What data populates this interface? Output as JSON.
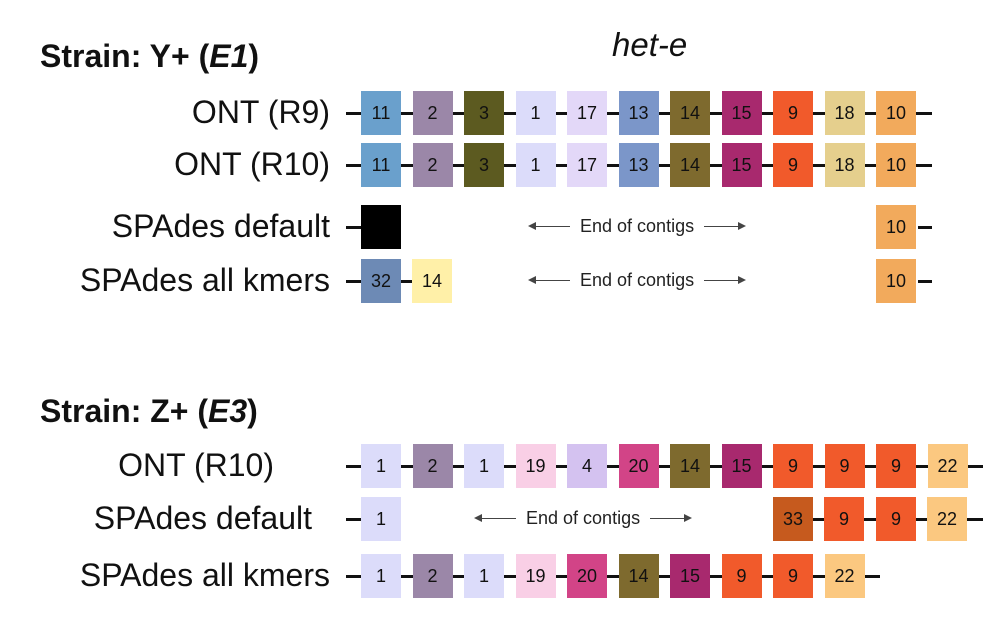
{
  "gene_title": "het-e",
  "end_of_contigs_label": "End of contigs",
  "colors": {
    "1": "#dcdcfa",
    "2": "#9b87a8",
    "3": "#5c5a20",
    "4": "#d4c2f0",
    "9": "#f15a2b",
    "10": "#f2aa5c",
    "11": "#6aa0cc",
    "13": "#7b96c9",
    "14": "#7e6a2e",
    "15": "#a8296e",
    "17": "#e3d8f8",
    "18": "#e5cf8d",
    "19": "#f9cfe6",
    "20": "#d24487",
    "22": "#fbc880",
    "32": "#6d8ab5",
    "33": "#c65a1e",
    "default_14": "#fff0a8",
    "black": "#000000"
  },
  "strains": [
    {
      "prefix": "Strain: Z+ (",
      "italic": "E3",
      "suffix": ")",
      "rows": [
        {
          "label": "ONT (R10)",
          "boxes": [
            "1",
            "2",
            "1",
            "19",
            "4",
            "20",
            "14",
            "15",
            "9",
            "9",
            "9",
            "22"
          ]
        },
        {
          "label": "SPAdes default",
          "boxes": [
            "1",
            "33",
            "9",
            "9",
            "22"
          ]
        },
        {
          "label": "SPAdes all kmers",
          "boxes": [
            "1",
            "2",
            "1",
            "19",
            "20",
            "14",
            "15",
            "9",
            "9",
            "22"
          ]
        }
      ]
    },
    {
      "prefix": "Strain: Y+ (",
      "italic": "E1",
      "suffix": ")",
      "rows": [
        {
          "label": "ONT (R9)",
          "boxes": [
            "11",
            "2",
            "3",
            "1",
            "17",
            "13",
            "14",
            "15",
            "9",
            "18",
            "10"
          ]
        },
        {
          "label": "ONT (R10)",
          "boxes": [
            "11",
            "2",
            "3",
            "1",
            "17",
            "13",
            "14",
            "15",
            "9",
            "18",
            "10"
          ]
        },
        {
          "label": "SPAdes default",
          "boxes": [
            "",
            "10"
          ]
        },
        {
          "label": "SPAdes all kmers",
          "boxes": [
            "32",
            "14",
            "10"
          ]
        }
      ]
    }
  ]
}
